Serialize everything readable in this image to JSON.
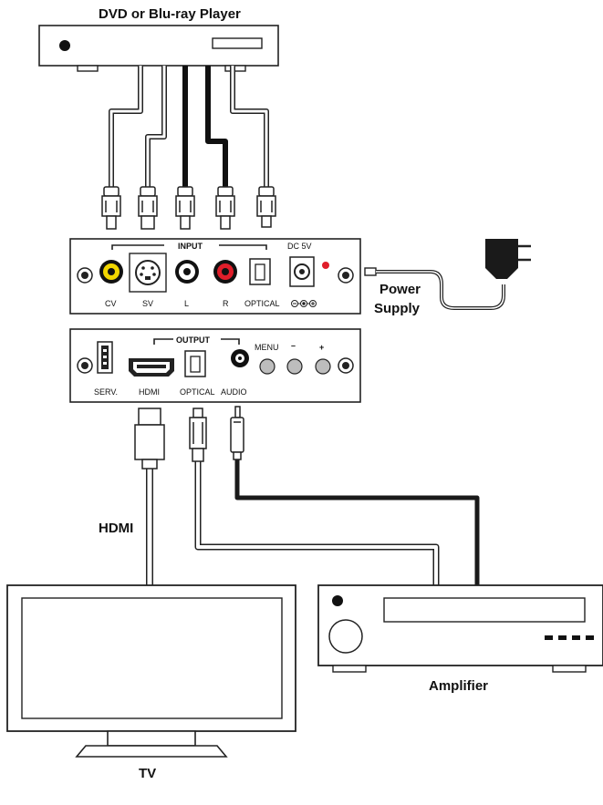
{
  "labels": {
    "dvd_player": "DVD or Blu-ray Player",
    "power_supply_line1": "Power",
    "power_supply_line2": "Supply",
    "hdmi_cable": "HDMI",
    "amplifier": "Amplifier",
    "tv": "TV"
  },
  "input_panel": {
    "group_label": "INPUT",
    "dc_label": "DC 5V",
    "ports": [
      "CV",
      "SV",
      "L",
      "R",
      "OPTICAL"
    ]
  },
  "output_panel": {
    "group_label": "OUTPUT",
    "ports": [
      "SERV.",
      "HDMI",
      "OPTICAL",
      "AUDIO"
    ],
    "buttons": [
      "MENU",
      "–",
      "+"
    ]
  },
  "colors": {
    "cv_jack": "#f2d600",
    "r_jack": "#e01e2a",
    "power_led": "#e01e2a",
    "line": "#222222"
  }
}
